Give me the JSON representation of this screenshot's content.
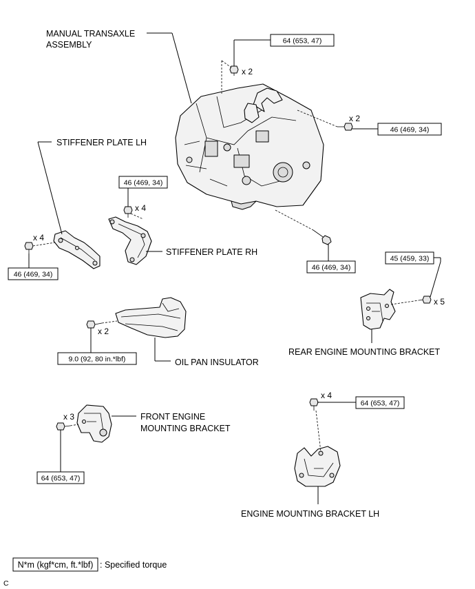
{
  "labels": {
    "transaxle_line1": "MANUAL TRANSAXLE",
    "transaxle_line2": "ASSEMBLY",
    "stiffener_lh": "STIFFENER PLATE LH",
    "stiffener_rh": "STIFFENER PLATE RH",
    "oil_pan_insulator": "OIL PAN INSULATOR",
    "rear_engine_bracket": "REAR ENGINE MOUNTING BRACKET",
    "front_engine_bracket_line1": "FRONT ENGINE",
    "front_engine_bracket_line2": "MOUNTING BRACKET",
    "engine_bracket_lh": "ENGINE MOUNTING BRACKET LH"
  },
  "torques": {
    "transaxle_top": "64 (653, 47)",
    "transaxle_right": "46 (469, 34)",
    "stiffener_rh": "46 (469, 34)",
    "stiffener_lh": "46 (469, 34)",
    "transaxle_bottom": "46 (469, 34)",
    "rear_bracket": "45 (459, 33)",
    "oil_pan": "9.0 (92, 80 in.*lbf)",
    "engine_bracket_lh": "64 (653, 47)",
    "front_bracket": "64 (653, 47)"
  },
  "quantities": {
    "transaxle_top": "x 2",
    "transaxle_right": "x 2",
    "stiffener_rh": "x 4",
    "stiffener_lh": "x 4",
    "rear_bracket": "x 5",
    "oil_pan": "x 2",
    "front_bracket": "x 3",
    "engine_bracket_lh": "x 4"
  },
  "legend": {
    "unit_box": "N*m (kgf*cm, ft.*lbf)",
    "description": ": Specified torque"
  },
  "figure_code": "C"
}
